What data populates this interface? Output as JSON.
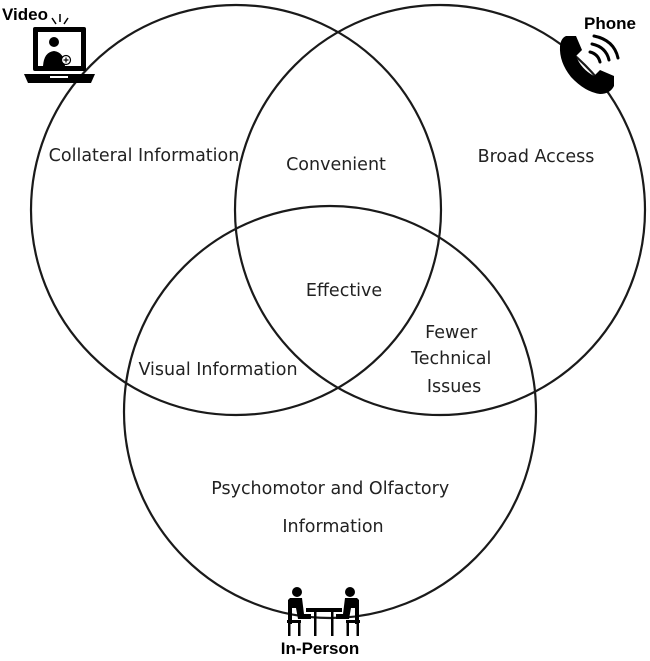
{
  "sets": {
    "video": {
      "label": "Video",
      "icon": "laptop-video-call-icon"
    },
    "phone": {
      "label": "Phone",
      "icon": "phone-ringing-icon"
    },
    "in_person": {
      "label": "In-Person",
      "icon": "two-people-at-table-icon"
    }
  },
  "regions": {
    "video_only": "Collateral Information",
    "video_phone": "Convenient",
    "phone_only": "Broad Access",
    "center": "Effective",
    "phone_in_person": [
      "Fewer",
      "Technical",
      "Issues"
    ],
    "video_in_person": "Visual Information",
    "in_person_only": [
      "Psychomotor and Olfactory",
      "Information"
    ]
  },
  "colors": {
    "stroke": "#1a1a1a",
    "text": "#222222"
  }
}
